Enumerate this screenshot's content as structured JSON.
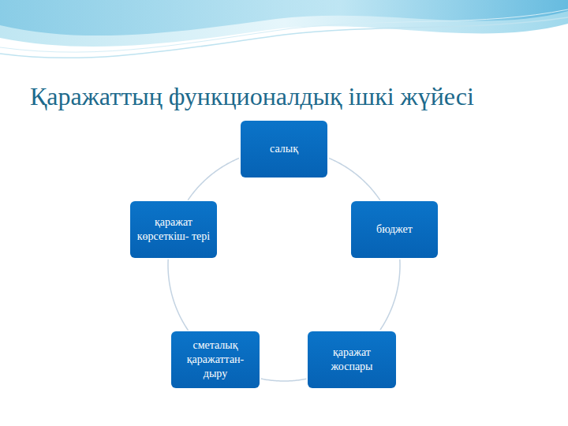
{
  "diagram": {
    "title": "Қаражаттың функционалдық ішкі жүйесі",
    "nodes": [
      {
        "text": [
          "салық"
        ]
      },
      {
        "text": [
          "бюджет"
        ]
      },
      {
        "text": [
          "қаражат жоспары"
        ]
      },
      {
        "text": [
          "сметалық қаражаттан- дыру"
        ]
      },
      {
        "text": [
          "қаражат көрсеткіш- тері"
        ]
      }
    ],
    "edges": [
      {
        "from": 0,
        "to": 1,
        "arrow": "none"
      },
      {
        "from": 1,
        "to": 2,
        "arrow": "none"
      },
      {
        "from": 2,
        "to": 3,
        "arrow": "none"
      },
      {
        "from": 3,
        "to": 4,
        "arrow": "none"
      },
      {
        "from": 4,
        "to": 0,
        "arrow": "none"
      }
    ]
  }
}
